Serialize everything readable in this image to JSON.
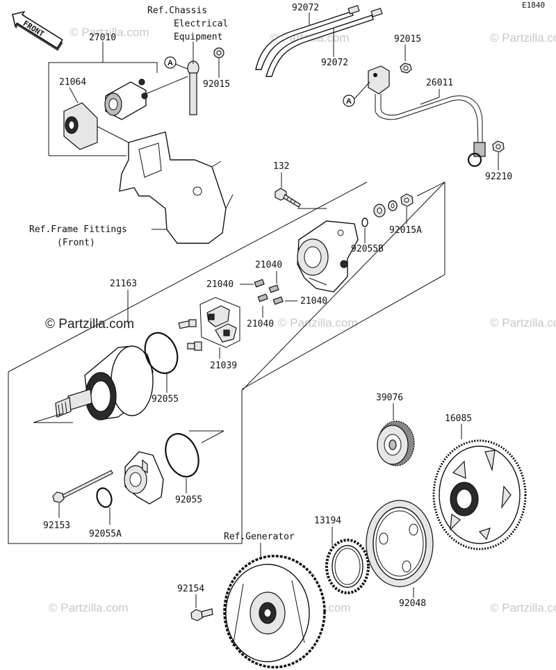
{
  "diagram_code": "E1840",
  "front_arrow_label": "FRONT",
  "callout_marker": "A",
  "watermark": "© Partzilla.com",
  "parts": {
    "p27010": "27010",
    "p21064": "21064",
    "p92015_a": "92015",
    "p92015_b": "92015",
    "p92072_a": "92072",
    "p92072_b": "92072",
    "p26011": "26011",
    "p92210": "92210",
    "p132": "132",
    "p92015A": "92015A",
    "p92055B": "92055B",
    "p21040_a": "21040",
    "p21040_b": "21040",
    "p21040_c": "21040",
    "p21040_d": "21040",
    "p21163": "21163",
    "p21039": "21039",
    "p92055_a": "92055",
    "p92055_b": "92055",
    "p92153": "92153",
    "p92055A": "92055A",
    "p39076": "39076",
    "p16085": "16085",
    "p13194": "13194",
    "p92048": "92048",
    "p92154": "92154"
  },
  "refs": {
    "chassis_line1": "Ref.Chassis",
    "chassis_line2": "Electrical",
    "chassis_line3": "Equipment",
    "frame_line1": "Ref.Frame Fittings",
    "frame_line2": "(Front)",
    "generator": "Ref.Generator"
  }
}
